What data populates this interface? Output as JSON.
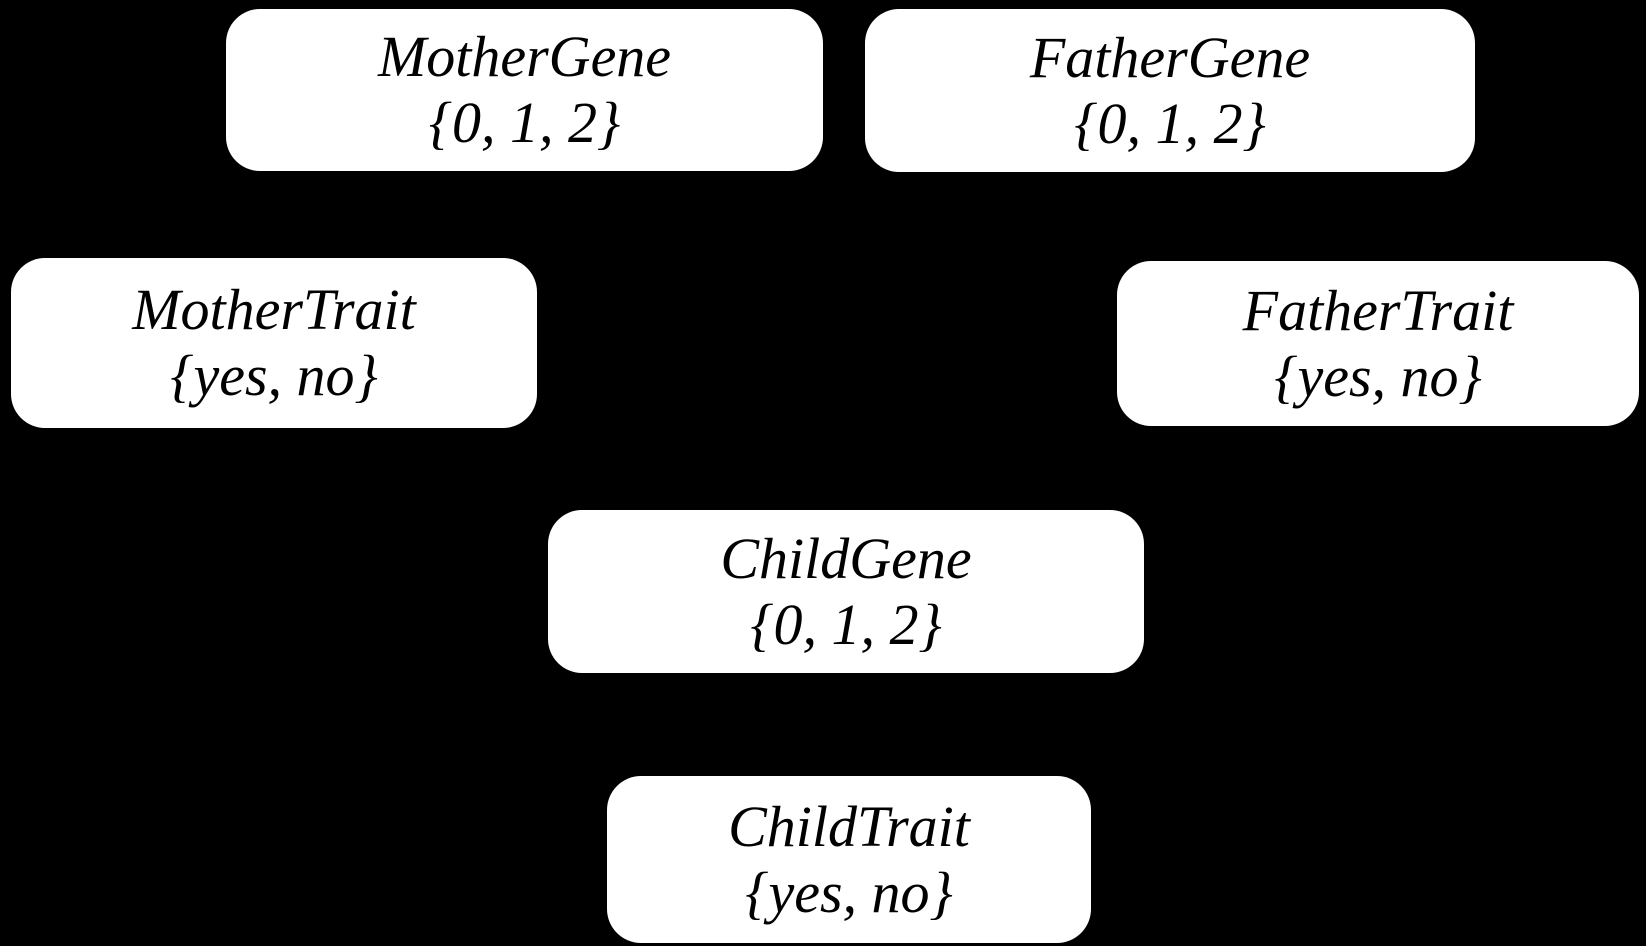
{
  "colors": {
    "background": "#000000",
    "node_fill": "#ffffff",
    "node_text": "#000000"
  },
  "diagram": {
    "type": "bayesian-network",
    "nodes": {
      "mother_gene": {
        "label": "MotherGene",
        "values": "{0, 1, 2}"
      },
      "father_gene": {
        "label": "FatherGene",
        "values": "{0, 1, 2}"
      },
      "mother_trait": {
        "label": "MotherTrait",
        "values": "{yes, no}"
      },
      "father_trait": {
        "label": "FatherTrait",
        "values": "{yes, no}"
      },
      "child_gene": {
        "label": "ChildGene",
        "values": "{0, 1, 2}"
      },
      "child_trait": {
        "label": "ChildTrait",
        "values": "{yes, no}"
      }
    }
  }
}
